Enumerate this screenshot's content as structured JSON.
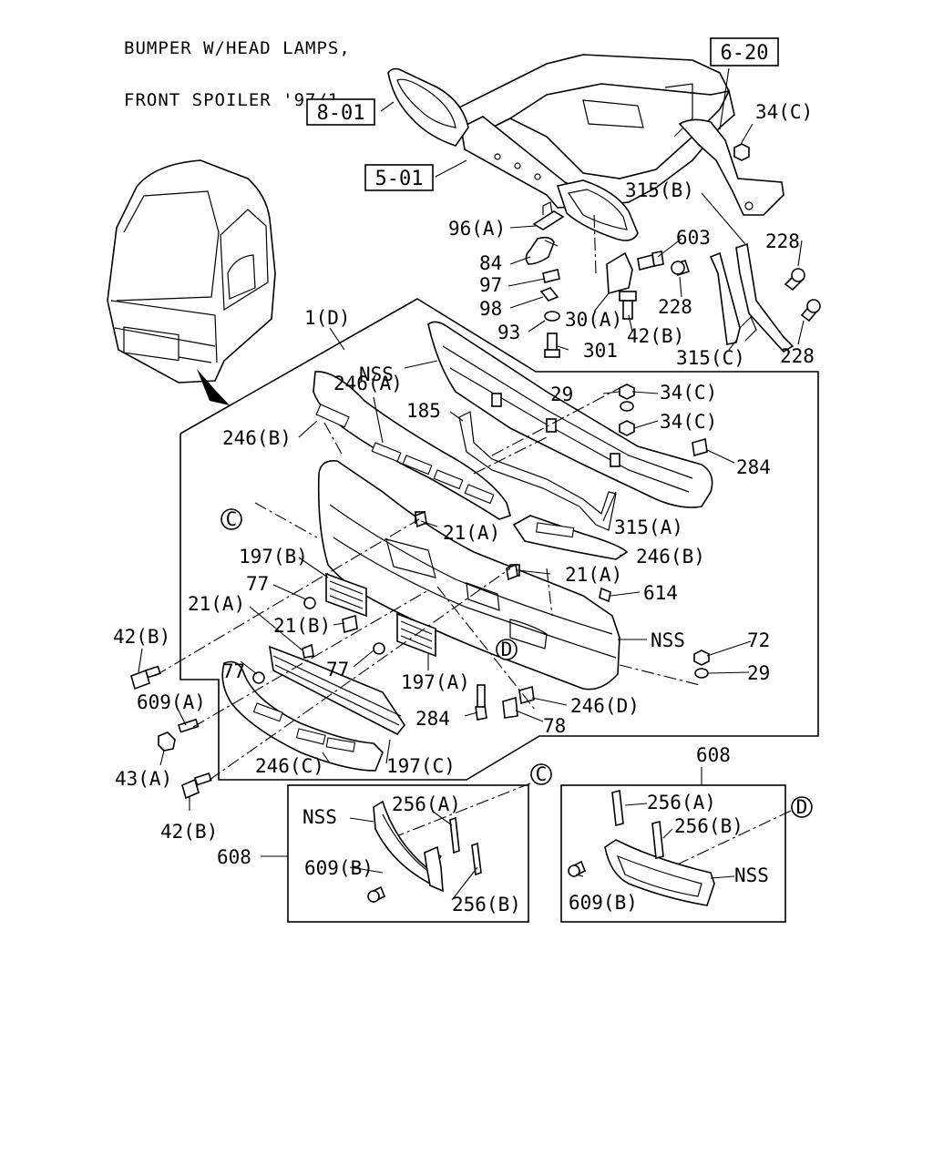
{
  "title": {
    "line1": "BUMPER W/HEAD LAMPS,",
    "line2": "FRONT SPOILER '97/1-"
  },
  "reference_boxes": [
    "8-01",
    "5-01",
    "6-20"
  ],
  "callouts": [
    "C",
    "D"
  ],
  "labels": {
    "l_34c_top": "34(C)",
    "l_315b": "315(B)",
    "l_96a": "96(A)",
    "l_603": "603",
    "l_228_a": "228",
    "l_84": "84",
    "l_97": "97",
    "l_228_b": "228",
    "l_98": "98",
    "l_30a": "30(A)",
    "l_42b_top": "42(B)",
    "l_93": "93",
    "l_301": "301",
    "l_315c": "315(C)",
    "l_228_c": "228",
    "l_1d": "1(D)",
    "l_nss_top": "NSS",
    "l_246a": "246(A)",
    "l_29_top": "29",
    "l_34c_a": "34(C)",
    "l_185": "185",
    "l_34c_b": "34(C)",
    "l_246b_left": "246(B)",
    "l_284_right": "284",
    "l_21a_mid": "21(A)",
    "l_315a": "315(A)",
    "l_197b": "197(B)",
    "l_246b_right": "246(B)",
    "l_21a_right": "21(A)",
    "l_77_a": "77",
    "l_614": "614",
    "l_21a_left": "21(A)",
    "l_21b": "21(B)",
    "l_nss_mid": "NSS",
    "l_72": "72",
    "l_42b_left": "42(B)",
    "l_77_b": "77",
    "l_77_c": "77",
    "l_29_mid": "29",
    "l_197a": "197(A)",
    "l_609a": "609(A)",
    "l_246d": "246(D)",
    "l_284_mid": "284",
    "l_78": "78",
    "l_43a": "43(A)",
    "l_246c": "246(C)",
    "l_197c": "197(C)",
    "l_608_right": "608",
    "l_42b_bottom": "42(B)",
    "l_nss_c": "NSS",
    "l_256a_c": "256(A)",
    "l_608_left": "608",
    "l_609b_c": "609(B)",
    "l_256b_c": "256(B)",
    "l_256a_d": "256(A)",
    "l_256b_d": "256(B)",
    "l_nss_d": "NSS",
    "l_609b_d": "609(B)"
  }
}
